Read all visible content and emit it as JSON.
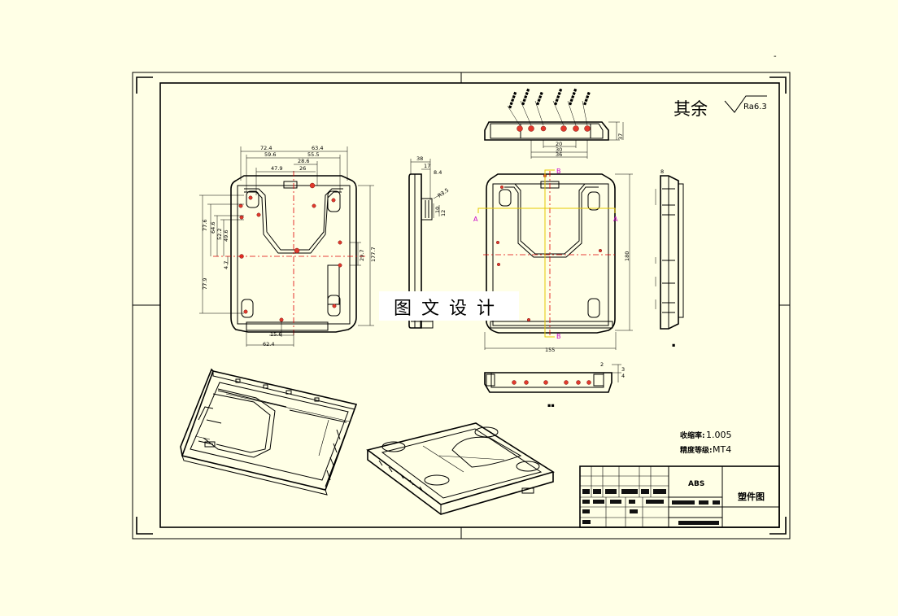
{
  "sheet": {
    "roughness_label": "其余",
    "roughness_value": "Ra6.3",
    "watermark": "图文设计",
    "shrinkage_label": "收缩率:",
    "shrinkage_value": "1.005",
    "precision_label": "精度等级:",
    "precision_value": "MT4",
    "material": "ABS",
    "drawing_title": "塑件图",
    "top_mark": "-"
  },
  "section_labels": {
    "a": "A",
    "b": "B"
  },
  "dims": {
    "d72_4": "72.4",
    "d63_4": "63.4",
    "d59_6": "59.6",
    "d55_5": "55.5",
    "d28_6": "28.6",
    "d47_9": "47.9",
    "d26": "26",
    "d77_6": "77.6",
    "d64_6": "64.6",
    "d52_2": "52.2",
    "d49_6": "49.6",
    "d4_7": "4.7",
    "d77_9": "77.9",
    "d177_7": "177.7",
    "d29_7": "29.7",
    "d15_6": "15.6",
    "d62_4": "62.4",
    "d38": "38",
    "d17": "17",
    "d8_4": "8.4",
    "dR3_5": "R3.5",
    "d10": "10",
    "d12": "12",
    "d20": "20",
    "d30": "30",
    "d36": "36",
    "d37": "37",
    "d180": "180",
    "d155": "155",
    "d2": "2",
    "d3": "3",
    "d4": "4"
  }
}
